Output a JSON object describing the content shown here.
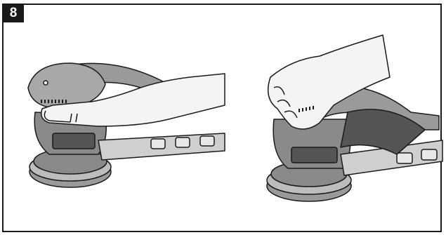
{
  "figure": {
    "step_number": "8"
  },
  "colors": {
    "border": "#1a1a1a",
    "tool_gray": "#8a8a8a",
    "tool_light": "#bdbdbd",
    "tool_dark": "#555555",
    "skin": "#f4f4f4"
  },
  "illustrations": [
    {
      "id": "sander-hand-side-grip-illustration"
    },
    {
      "id": "sander-hand-top-grip-illustration"
    }
  ]
}
